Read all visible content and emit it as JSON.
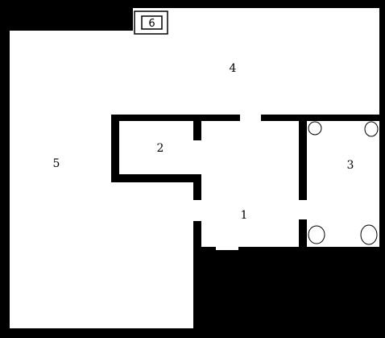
{
  "floor_plan": {
    "colors": {
      "floor": "#ffffff",
      "walls": "#000000"
    },
    "rooms": [
      {
        "id": "room-1",
        "label": "1"
      },
      {
        "id": "room-2",
        "label": "2"
      },
      {
        "id": "room-3",
        "label": "3"
      },
      {
        "id": "room-4",
        "label": "4"
      },
      {
        "id": "room-5",
        "label": "5"
      }
    ],
    "marker": {
      "label": "6"
    },
    "fixtures": [
      {
        "id": "fixture-top-left",
        "icon": "oval-fixture-icon"
      },
      {
        "id": "fixture-top-right",
        "icon": "oval-fixture-icon"
      },
      {
        "id": "fixture-bottom-left",
        "icon": "oval-fixture-icon"
      },
      {
        "id": "fixture-bottom-right",
        "icon": "oval-fixture-icon"
      }
    ]
  }
}
